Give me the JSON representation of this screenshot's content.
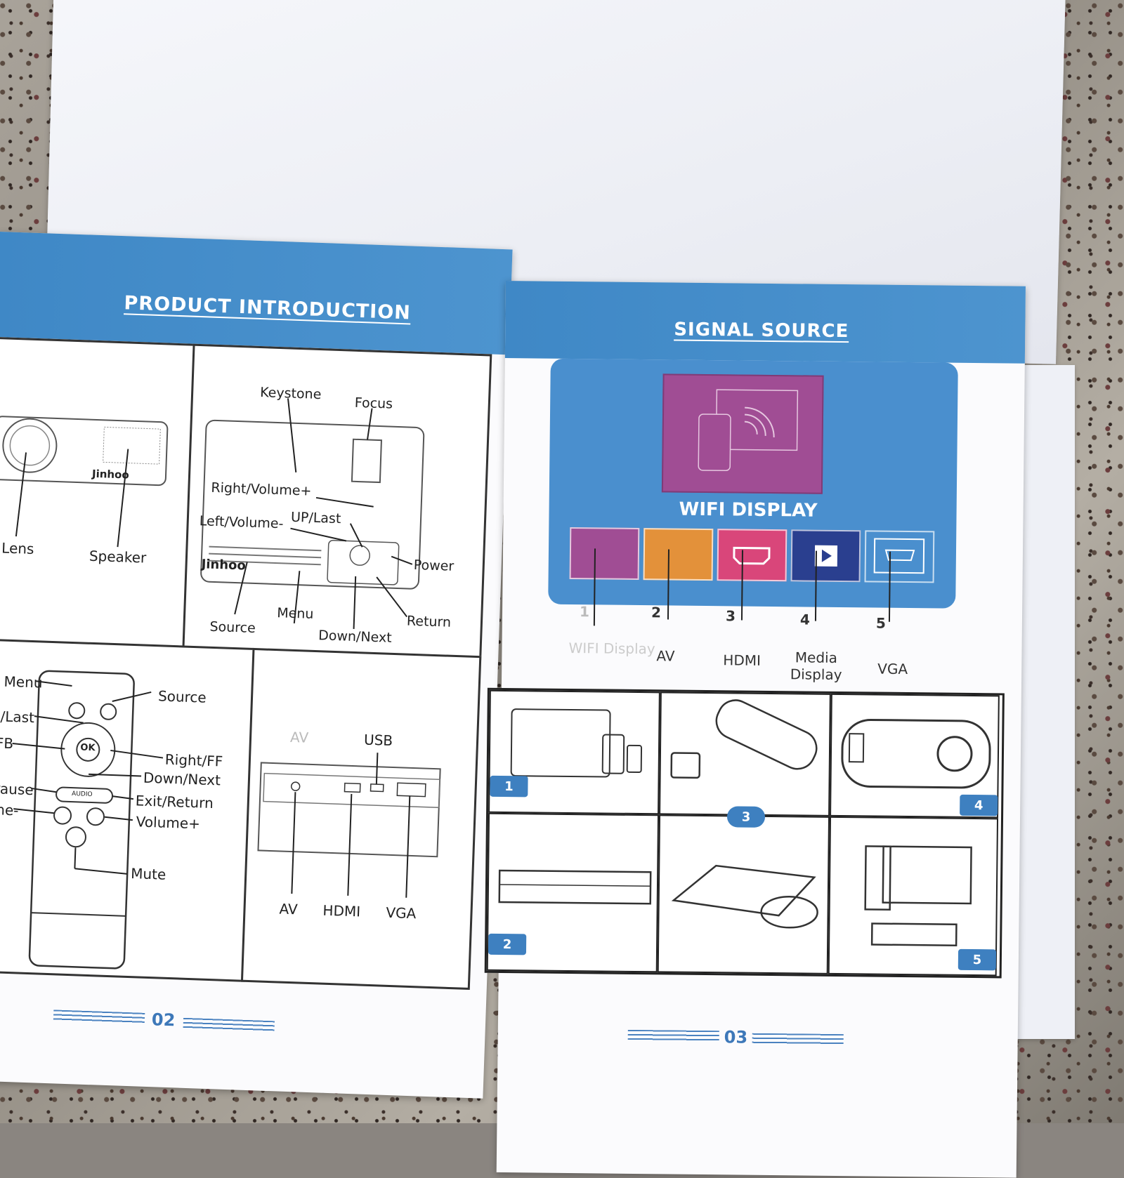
{
  "left_page": {
    "title": "PRODUCT INTRODUCTION",
    "projector_front": {
      "brand": "Jinhoo",
      "labels": [
        "Lens",
        "Speaker"
      ]
    },
    "projector_top": {
      "brand": "Jinhoo",
      "labels": [
        "Keystone",
        "Focus",
        "Right/Volume+",
        "UP/Last",
        "Left/Volume-",
        "Power",
        "Menu",
        "Source",
        "Return",
        "Down/Next"
      ]
    },
    "remote": {
      "labels": [
        "Menu",
        "Source",
        "UP/Last",
        "ft/FB",
        "Right/FF",
        "Down/Next",
        "y/Pause",
        "Exit/Return",
        "lume-",
        "Volume+",
        "Mute"
      ],
      "ok_label": "OK",
      "audio_label": "AUDIO"
    },
    "ports": {
      "labels": [
        "AV",
        "USB",
        "AV",
        "HDMI",
        "VGA"
      ]
    },
    "page_number": "02"
  },
  "right_page": {
    "title": "SIGNAL SOURCE",
    "card_title": "WIFI DISPLAY",
    "sources": [
      {
        "num": "1",
        "label": "WIFI Display",
        "color": "#a04d94"
      },
      {
        "num": "2",
        "label": "AV",
        "color": "#e3913a"
      },
      {
        "num": "3",
        "label": "HDMI",
        "color": "#d9467a"
      },
      {
        "num": "4",
        "label": "Media Display",
        "color": "#2a3f8f"
      },
      {
        "num": "5",
        "label": "VGA",
        "color": "#4a8fce"
      }
    ],
    "grid_tags": [
      "1",
      "2",
      "3",
      "4",
      "5"
    ],
    "page_number": "03"
  }
}
